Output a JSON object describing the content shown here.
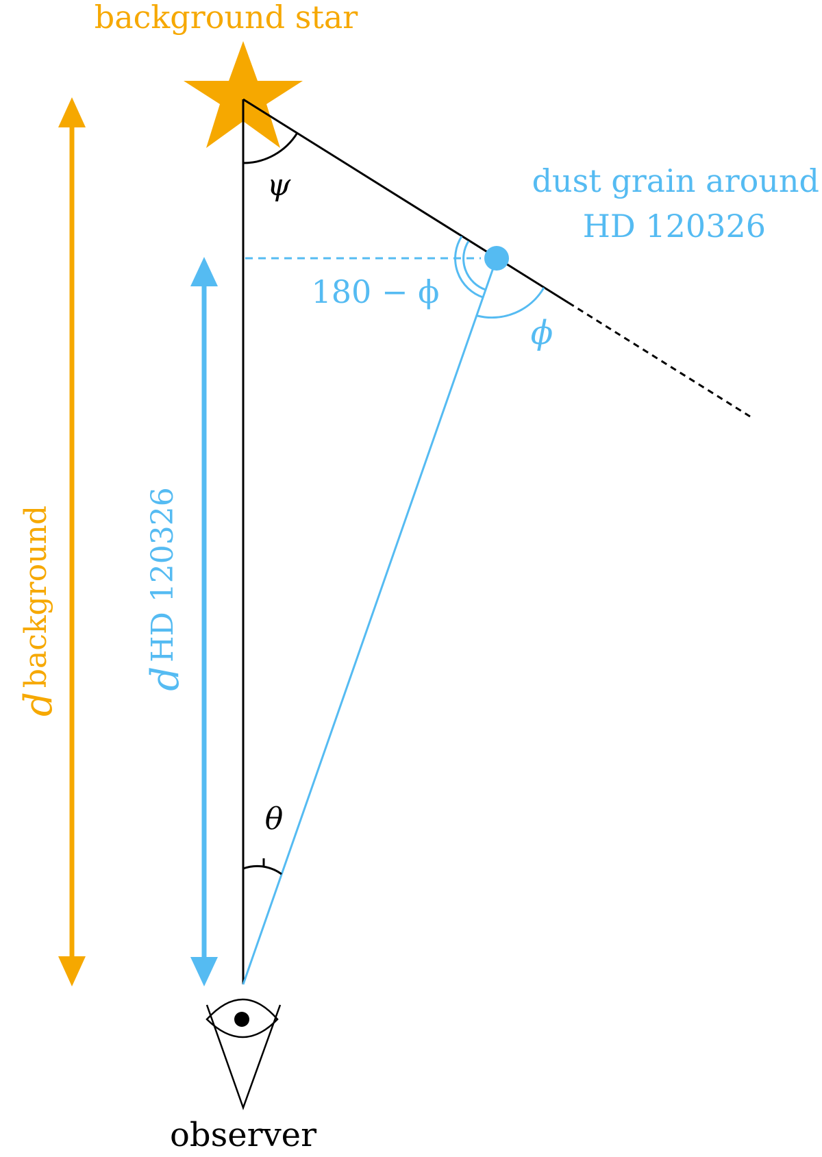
{
  "labels": {
    "background_star": "background star",
    "dust_grain_line1": "dust grain around",
    "dust_grain_line2": "HD 120326",
    "observer": "observer",
    "psi": "ψ",
    "theta": "θ",
    "phi": "ϕ",
    "supplement_angle": "180 − ϕ",
    "d_background_symbol": "d",
    "d_background_sub": "background",
    "d_hd_symbol": "d",
    "d_hd_sub": "HD 120326"
  },
  "colors": {
    "orange": "#f6a800",
    "blue": "#55bbf2",
    "black": "#000000"
  }
}
